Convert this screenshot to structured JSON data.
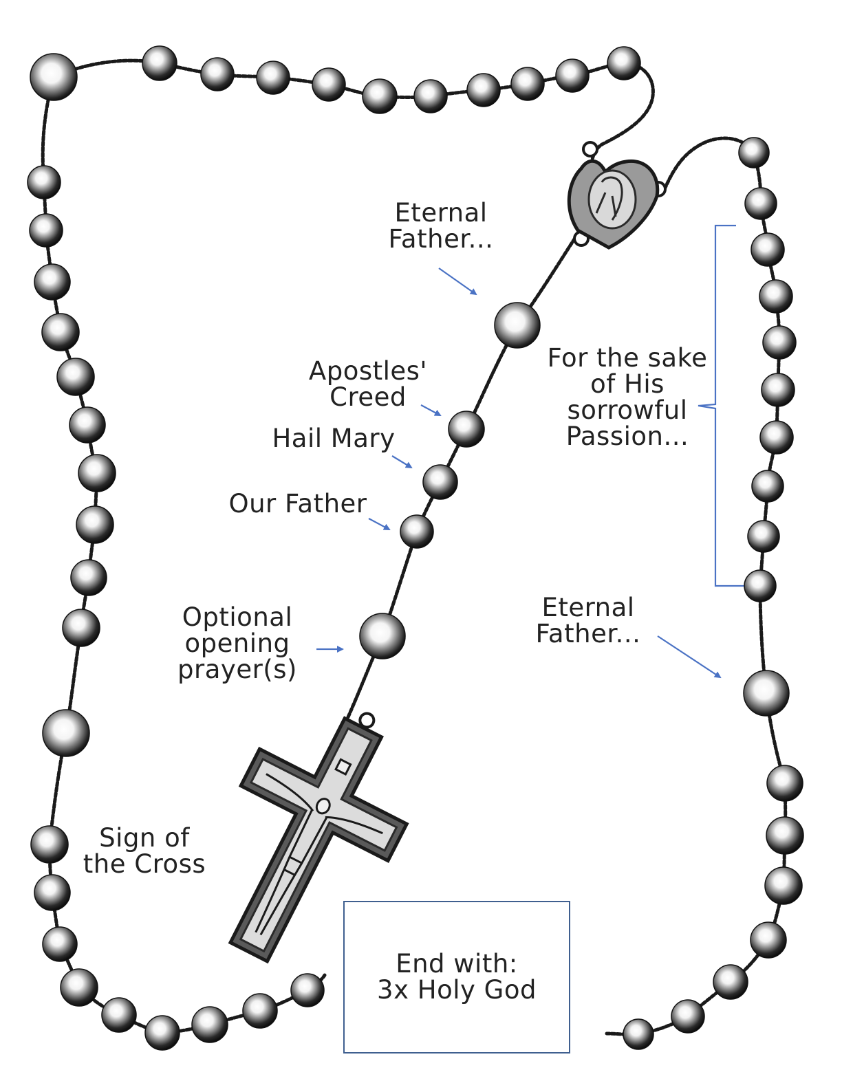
{
  "labels": {
    "eternal_father_top": [
      "Eternal",
      "Father..."
    ],
    "apostles_creed": [
      "Apostles'",
      "Creed"
    ],
    "hail_mary": "Hail Mary",
    "our_father": "Our Father",
    "optional_opening": [
      "Optional",
      "opening",
      "prayer(s)"
    ],
    "sign_of_cross": [
      "Sign of",
      "the Cross"
    ],
    "sorrowful_passion": [
      "For the sake",
      "of His",
      "sorrowful",
      "Passion..."
    ],
    "eternal_father_right": [
      "Eternal",
      "Father..."
    ],
    "end_box": [
      "End with:",
      "3x Holy God"
    ]
  },
  "colors": {
    "arrow": "#4a72c4",
    "bracket": "#4a72c4",
    "bead_dark": "#1a1a1a",
    "bead_light": "#ffffff",
    "chain": "#1a1a1a",
    "text": "#222222"
  },
  "icons": {
    "centerpiece": "heart-medal-icon",
    "crucifix": "crucifix-icon"
  }
}
